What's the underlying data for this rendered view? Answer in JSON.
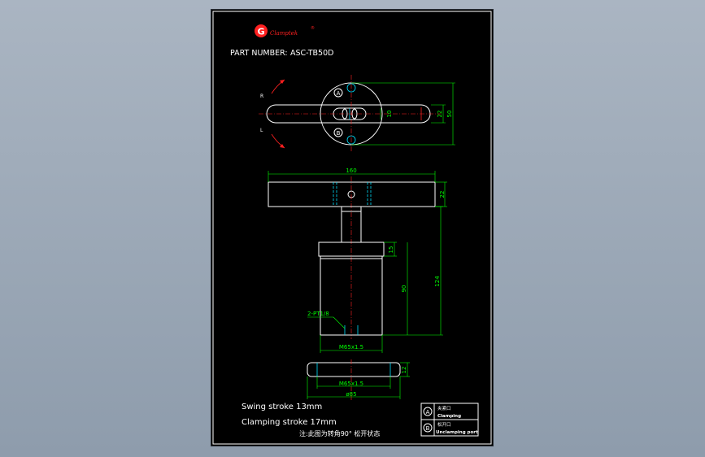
{
  "logo": {
    "mark": "G",
    "brand": "Clamptek",
    "registered": "®"
  },
  "part": {
    "label": "PART NUMBER:",
    "number": "ASC-TB50D"
  },
  "top_view": {
    "rotation_right": "R",
    "rotation_left": "L",
    "port_a": "A",
    "port_b": "B",
    "dims": {
      "inner_width": "10",
      "arm_width": "22",
      "body_width": "50"
    }
  },
  "side_view": {
    "dims": {
      "arm_length": "160",
      "arm_height": "22",
      "flange_height": "15",
      "body_height": "90",
      "total_height": "124",
      "ports": "2-PT1/8",
      "thread": "M65x1.5"
    }
  },
  "nut_view": {
    "dims": {
      "thread": "M65x1.5",
      "diameter": "ø85",
      "height": "12"
    }
  },
  "specs": {
    "swing": "Swing stroke 13mm",
    "clamping": "Clamping stroke 17mm",
    "note": "注:此图为转角90° 松开状态"
  },
  "legend": [
    {
      "mark": "A",
      "cn": "夹紧口",
      "en": "Clamping"
    },
    {
      "mark": "B",
      "cn": "松开口",
      "en": "Unclamping port"
    }
  ],
  "colors": {
    "outline": "#ffffff",
    "centerline": "#ff2020",
    "dimension": "#00ff00",
    "hidden": "#00e0ff",
    "logo": "#ff2020"
  }
}
